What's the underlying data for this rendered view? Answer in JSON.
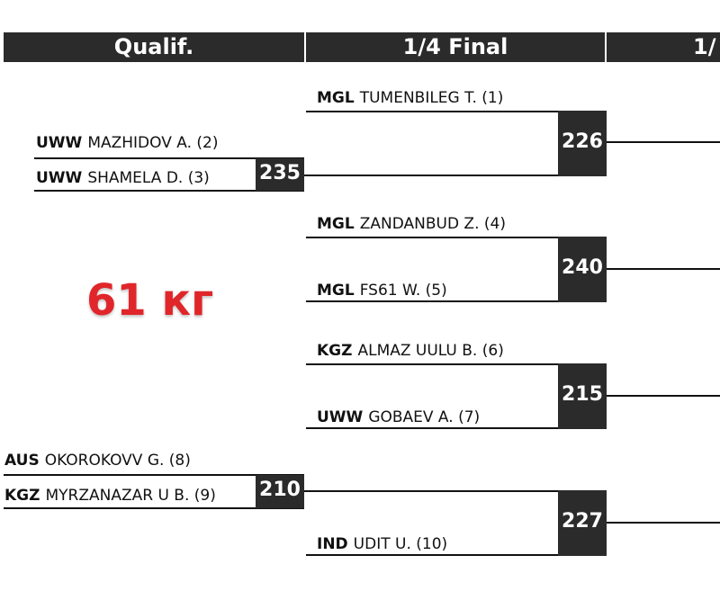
{
  "headers": {
    "qualif": "Qualif.",
    "quarter": "1/4 Final",
    "semi": "1/"
  },
  "weight_class": "61 кг",
  "qualif": [
    {
      "a": {
        "country": "UWW",
        "name": "MAZHIDOV A. (2)"
      },
      "b": {
        "country": "UWW",
        "name": "SHAMELA D. (3)"
      },
      "score": "235"
    },
    {
      "a": {
        "country": "AUS",
        "name": "OKOROKOVV G. (8)"
      },
      "b": {
        "country": "KGZ",
        "name": "MYRZANAZAR U B. (9)"
      },
      "score": "210"
    }
  ],
  "quarter": [
    {
      "a": {
        "country": "MGL",
        "name": "TUMENBILEG T. (1)"
      },
      "score": "226"
    },
    {
      "a": {
        "country": "MGL",
        "name": "ZANDANBUD Z. (4)"
      },
      "b": {
        "country": "MGL",
        "name": "FS61 W. (5)"
      },
      "score": "240"
    },
    {
      "a": {
        "country": "KGZ",
        "name": "ALMAZ UULU B. (6)"
      },
      "b": {
        "country": "UWW",
        "name": "GOBAEV A. (7)"
      },
      "score": "215"
    },
    {
      "b": {
        "country": "IND",
        "name": "UDIT U. (10)"
      },
      "score": "227"
    }
  ]
}
